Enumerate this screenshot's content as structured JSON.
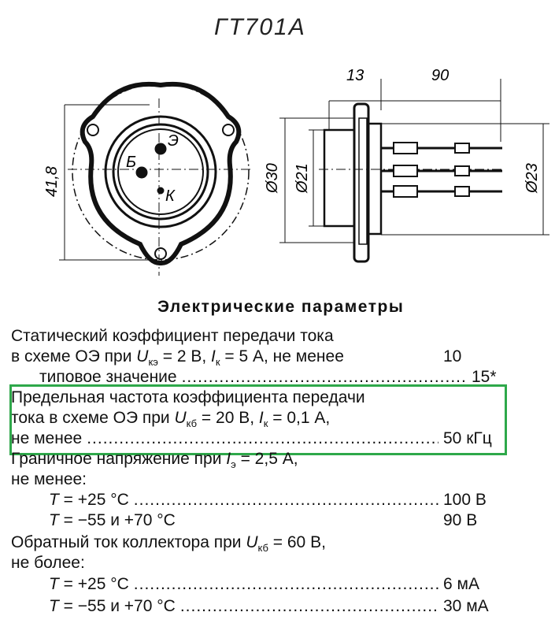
{
  "title": "ГТ701А",
  "drawing": {
    "pins": {
      "emitter": "Э",
      "base": "Б",
      "collector": "К"
    },
    "dims": {
      "height": "41,8",
      "d30": "Ø30",
      "d21": "Ø21",
      "d23": "Ø23",
      "len13": "13",
      "len90": "90"
    }
  },
  "section_title": "Электрические параметры",
  "params": {
    "p1": {
      "l1": "Статический коэффициент передачи тока",
      "l2a": "в схеме ОЭ при ",
      "U": "U",
      "Usub": "кэ",
      "l2b": " = 2 В, ",
      "I": "I",
      "Isub": "к",
      "l2c": " = 5 А, не менее",
      "v1": "10",
      "l3": "типовое значение",
      "v2": "15*"
    },
    "p2": {
      "l1": "Предельная частота коэффициента передачи",
      "l2a": "тока в схеме ОЭ при ",
      "U": "U",
      "Usub": "кб",
      "l2b": " = 20 В, ",
      "I": "I",
      "Isub": "к",
      "l2c": " = 0,1 А,",
      "l3": "не менее",
      "v": "50 кГц"
    },
    "p3": {
      "l1a": "Граничное напряжение при ",
      "I": "I",
      "Isub": "э",
      "l1b": " = 2,5 А,",
      "l2": "не менее:",
      "T": "T",
      "r1": " = +25 °С",
      "v1": "100 В",
      "r2": " = −55 и +70 °С",
      "v2": "90 В"
    },
    "p4": {
      "l1a": "Обратный ток коллектора при ",
      "U": "U",
      "Usub": "кб",
      "l1b": " = 60 В,",
      "l2": "не более:",
      "T": "T",
      "r1": " = +25 °С",
      "v1": "6 мА",
      "r2": " = −55 и +70 °С",
      "v2": "30 мА"
    }
  },
  "highlight_color": "#2ea84a"
}
